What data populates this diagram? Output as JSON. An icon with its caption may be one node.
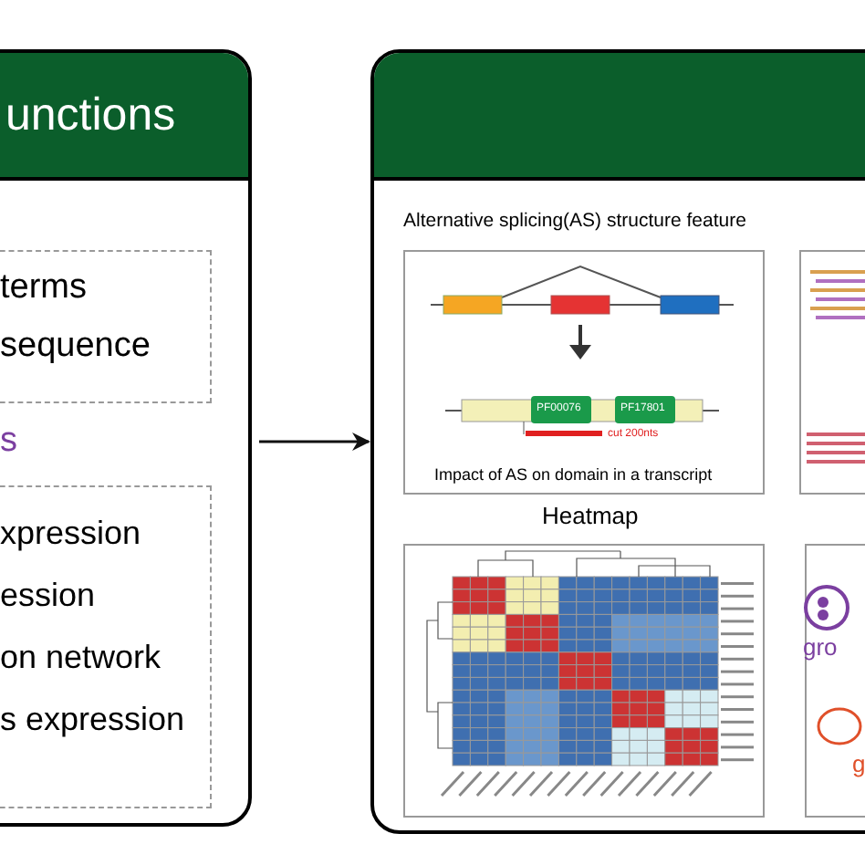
{
  "diagram": {
    "nodes": [
      {
        "text": [
          "unctions"
        ]
      },
      {
        "text": [
          "terms",
          "sequence"
        ],
        "in": 0
      },
      {
        "text": [
          "s",
          "xpression",
          "ession",
          "on network",
          "s expression"
        ],
        "in": 0
      },
      {
        "text": [],
        "shape": "box"
      },
      {
        "text": [
          "Alternative splicing(AS) structure feature",
          "PF00076",
          "PF17801",
          "cut 200nts",
          "Impact of AS on domain in a transcript"
        ],
        "in": 3
      },
      {
        "text": [],
        "shape": "box",
        "in": 3
      },
      {
        "text": [
          "Heatmap"
        ],
        "in": 3
      },
      {
        "text": [
          "gro",
          "g"
        ],
        "in": 3
      }
    ],
    "edges": [
      {
        "from": 0,
        "to": 3,
        "arrow": "to"
      }
    ]
  }
}
